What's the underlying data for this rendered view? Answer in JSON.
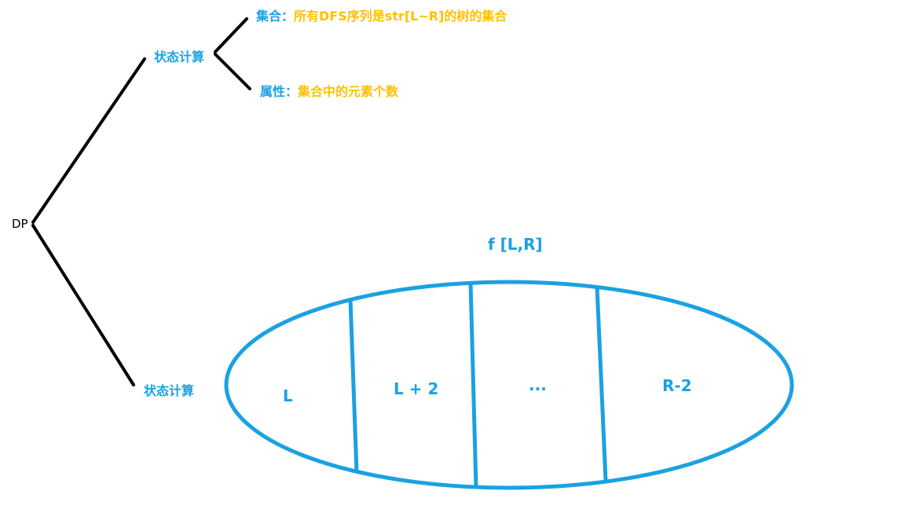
{
  "root": {
    "label": "DP"
  },
  "top_branch": {
    "label": "状态计算",
    "children": [
      {
        "key": "集合：",
        "value": "所有DFS序列是str[L~R]的树的集合"
      },
      {
        "key": "属性：",
        "value": "集合中的元素个数"
      }
    ]
  },
  "bottom_branch": {
    "label": "状态计算"
  },
  "ellipse": {
    "title": "f [L,R]",
    "partitions": [
      "L",
      "L + 2",
      "...",
      "R-2"
    ]
  },
  "colors": {
    "accent": "#1ba1e2",
    "highlight": "#ffc000",
    "ink": "#000000"
  }
}
